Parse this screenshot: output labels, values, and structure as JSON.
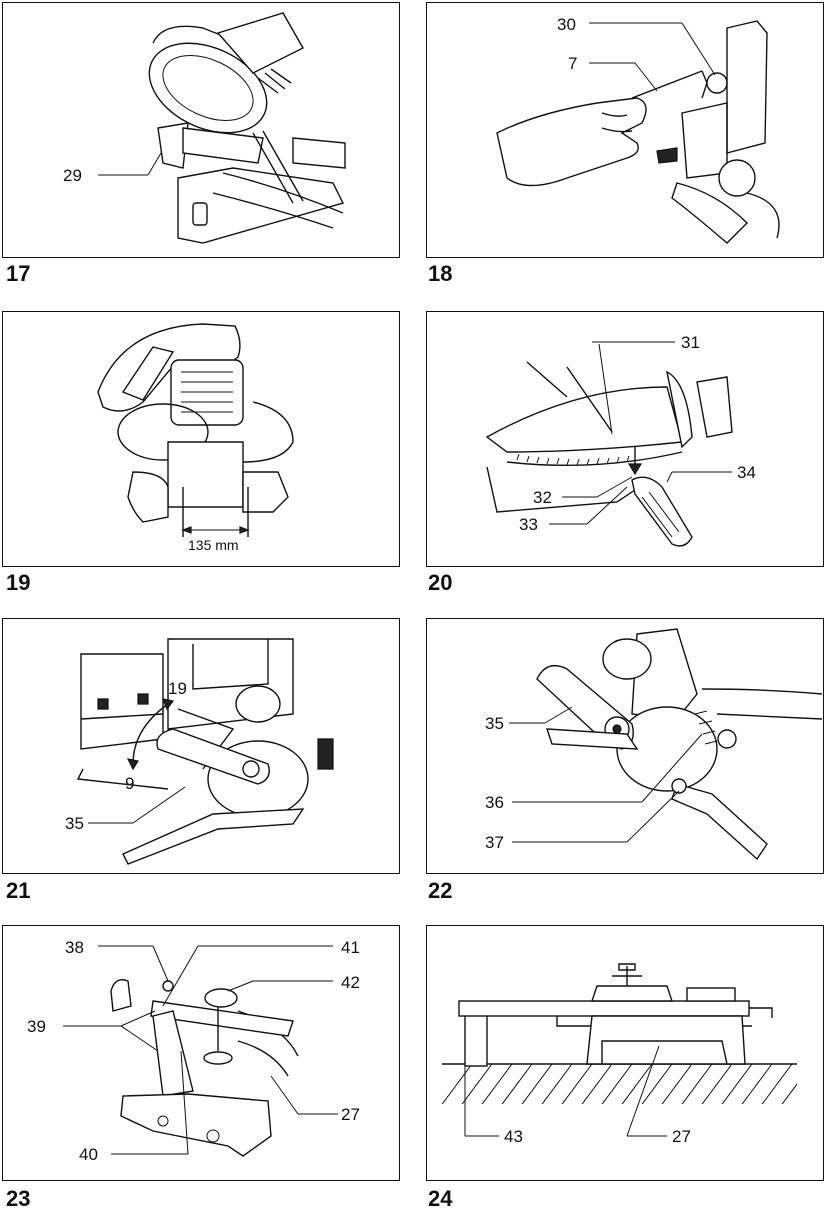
{
  "figures": [
    {
      "number": "17",
      "labels": [
        "29"
      ]
    },
    {
      "number": "18",
      "labels": [
        "30",
        "7"
      ]
    },
    {
      "number": "19",
      "labels": [
        "135 mm"
      ]
    },
    {
      "number": "20",
      "labels": [
        "31",
        "34",
        "32",
        "33"
      ]
    },
    {
      "number": "21",
      "labels": [
        "19",
        "9",
        "35"
      ]
    },
    {
      "number": "22",
      "labels": [
        "35",
        "36",
        "37"
      ]
    },
    {
      "number": "23",
      "labels": [
        "38",
        "41",
        "42",
        "39",
        "27",
        "40"
      ]
    },
    {
      "number": "24",
      "labels": [
        "43",
        "27"
      ]
    }
  ]
}
